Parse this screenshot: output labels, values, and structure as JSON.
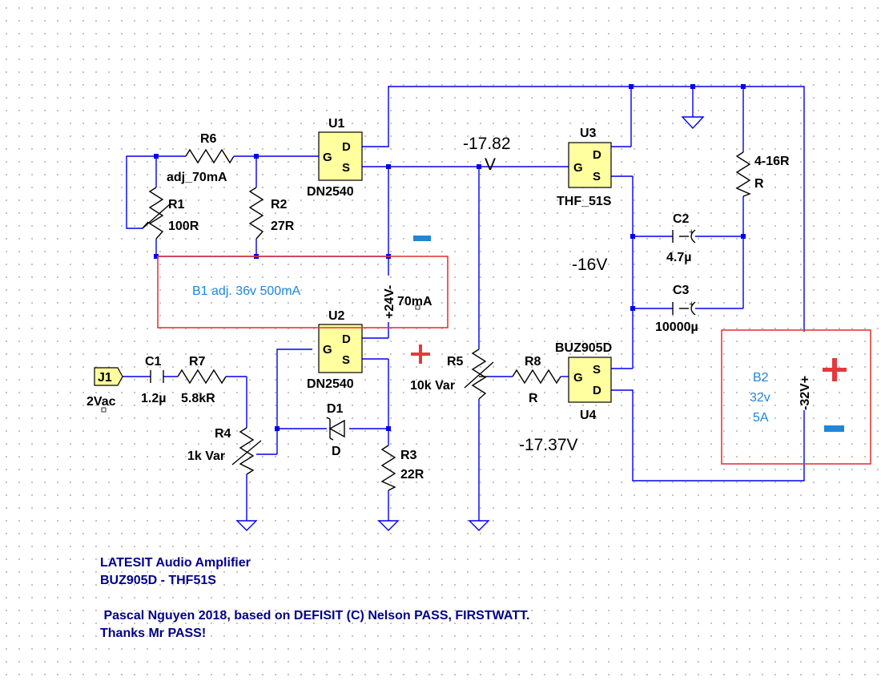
{
  "components": {
    "U1": {
      "ref": "U1",
      "part": "DN2540",
      "pins": [
        "G",
        "D",
        "S"
      ]
    },
    "U2": {
      "ref": "U2",
      "part": "DN2540",
      "pins": [
        "G",
        "D",
        "S"
      ]
    },
    "U3": {
      "ref": "U3",
      "part": "THF_51S",
      "pins": [
        "G",
        "D",
        "S"
      ]
    },
    "U4": {
      "ref": "U4",
      "part": "BUZ905D",
      "pins": [
        "G",
        "S",
        "D"
      ]
    },
    "R1": {
      "ref": "R1",
      "value": "100R"
    },
    "R2": {
      "ref": "R2",
      "value": "27R"
    },
    "R3": {
      "ref": "R3",
      "value": "22R"
    },
    "R4": {
      "ref": "R4",
      "value": "1k Var"
    },
    "R5": {
      "ref": "R5",
      "value": "10k Var"
    },
    "R6": {
      "ref": "R6",
      "value": "adj_70mA"
    },
    "R7": {
      "ref": "R7",
      "value": "5.8kR"
    },
    "R8": {
      "ref": "R8",
      "value": "R"
    },
    "R9": {
      "value1": "4-16R",
      "value2": "R"
    },
    "C1": {
      "ref": "C1",
      "value": "1.2µ"
    },
    "C2": {
      "ref": "C2",
      "value": "4.7µ",
      "plus": "+"
    },
    "C3": {
      "ref": "C3",
      "value": "10000µ",
      "plus": "+"
    },
    "D1": {
      "ref": "D1",
      "value": "D"
    },
    "J1": {
      "ref": "J1",
      "value": "2Vac"
    }
  },
  "supplies": {
    "b1": {
      "label": "B1 adj. 36v  500mA",
      "voltage": "+24V-",
      "current": "70mA",
      "minus_sign": "-",
      "plus_sign": "+"
    },
    "b2": {
      "line1": "B2",
      "line2": "32v",
      "line3": "5A",
      "voltage": "-32V+",
      "plus_sign": "+",
      "minus_sign": "-"
    }
  },
  "voltages": {
    "v1_value": "-17.82",
    "v1_unit": "V",
    "v2": "-16V",
    "v3": "-17.37V"
  },
  "notes": {
    "line1": "LATESIT Audio Amplifier",
    "line2": "BUZ905D - THF51S",
    "line3": " Pascal Nguyen 2018, based on DEFISIT (C) Nelson PASS, FIRSTWATT.",
    "line4": "Thanks Mr PASS!"
  },
  "colors": {
    "wire": "#0000ee",
    "mosfet_fill": "#ffffa0",
    "supply_box": "#e23a3a",
    "supply_text": "#1f86d9",
    "note_text": "#00008b"
  }
}
